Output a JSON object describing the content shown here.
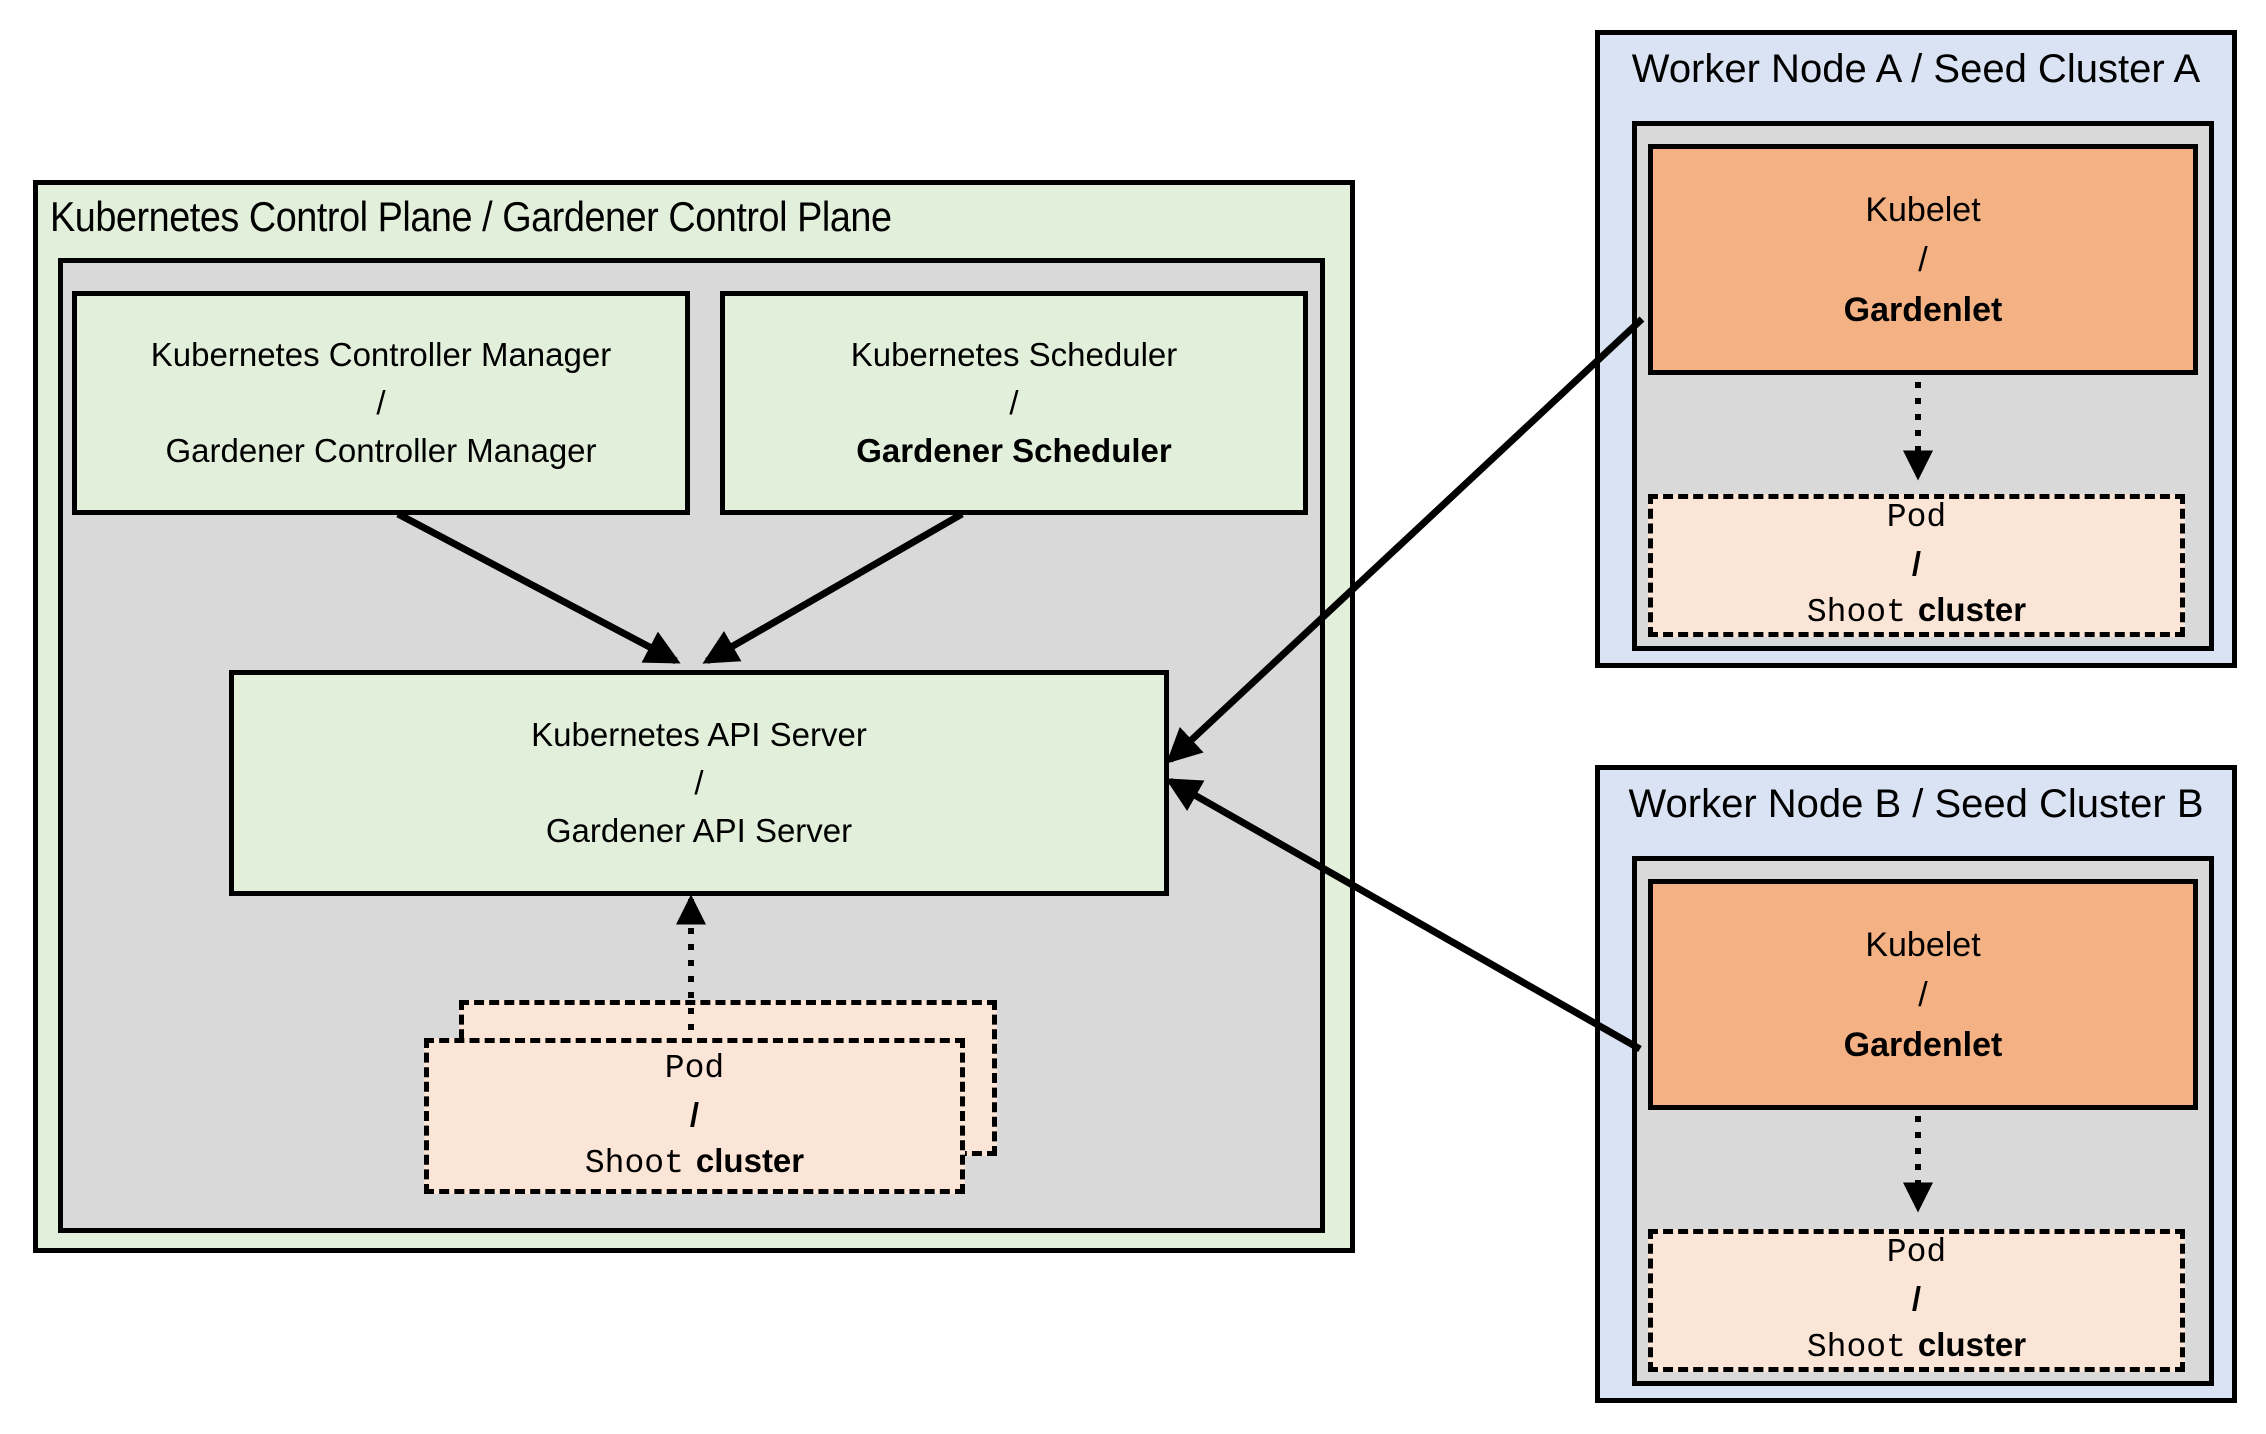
{
  "colors": {
    "canvas_bg": "#ffffff",
    "green_fill": "#e2efda",
    "gray_fill": "#d9d9d9",
    "blue_fill": "#dae3f3",
    "orange_fill": "#f4b183",
    "peach_fill": "#fbe5d6",
    "line": "#000000"
  },
  "control_plane": {
    "title": "Kubernetes Control Plane / Gardener Control Plane",
    "controller_manager": {
      "line1": "Kubernetes Controller Manager",
      "line2": "/",
      "line3": "Gardener Controller Manager"
    },
    "scheduler": {
      "line1": "Kubernetes Scheduler",
      "line2": "/",
      "line3": "Gardener Scheduler"
    },
    "api_server": {
      "line1": "Kubernetes API Server",
      "line2": "/",
      "line3": "Gardener API Server"
    },
    "pod_stack": {
      "line1": "Pod",
      "line2": "/",
      "line3_mono": "Shoot",
      "line3_sans": "cluster"
    }
  },
  "worker_nodes": [
    {
      "title": "Worker Node A / Seed Cluster A",
      "kubelet": {
        "line1": "Kubelet",
        "line2": "/",
        "line3": "Gardenlet"
      },
      "pod": {
        "line1": "Pod",
        "line2": "/",
        "line3_mono": "Shoot",
        "line3_sans": "cluster"
      }
    },
    {
      "title": "Worker Node B / Seed Cluster B",
      "kubelet": {
        "line1": "Kubelet",
        "line2": "/",
        "line3": "Gardenlet"
      },
      "pod": {
        "line1": "Pod",
        "line2": "/",
        "line3_mono": "Shoot",
        "line3_sans": "cluster"
      }
    }
  ]
}
